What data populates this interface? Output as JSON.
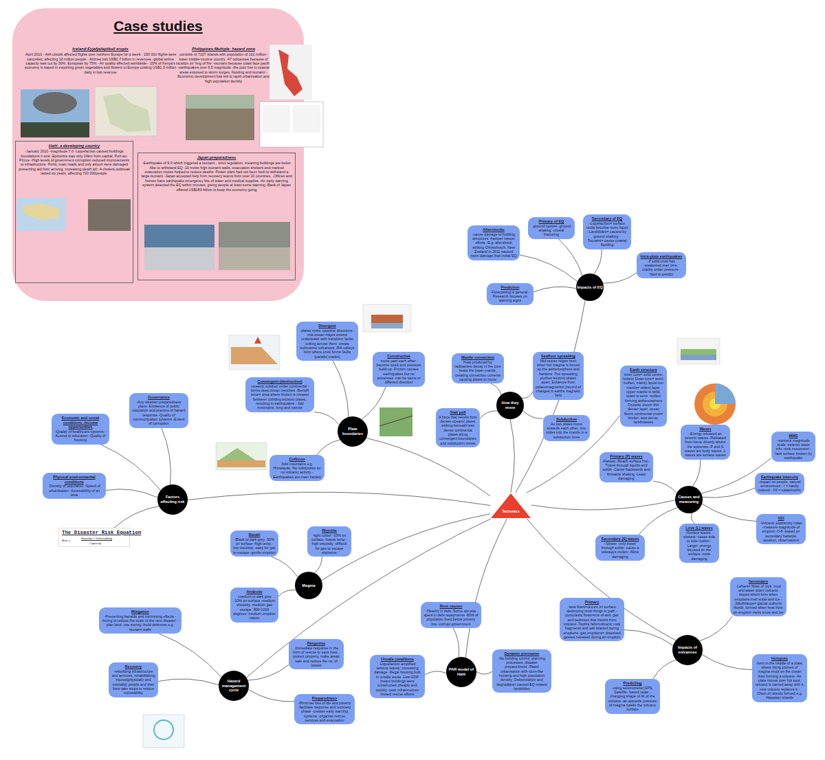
{
  "diagram": {
    "nodes": [
      {
        "text": [
          "Case studies"
        ]
      },
      {
        "text": [
          "Iceland:Eyjafjallajökull erupts",
          "-April 2010 - Ash clouds affected flights over northern Europe for a week - 100 00o flights were cancelled, affecting 10 million people - Airlines lost US$1.7 billion in revenues -global airline capacity was cut by 30%, European by 75% - Air quality affected worldwide - 20% of Kenya's economy is based in exporting green vegetables and flowers to Europe costing US$1.3 million daily in lost revenue"
        ],
        "in": 0
      },
      {
        "text": [
          "Philippines:Multiple- hazard zone",
          "-consists of 7107 islands with population of 101 million -lower middle-income country -47 volcanoes because of location on 'ring of fire' -tsunami because coast face pacific -earthquakes over 6.5 magnitude -the poor live in coastal areas exposed to storm surges, flooding and tsunami -Economic development has led to rapid urbanisation and high population density"
        ],
        "in": 0
      },
      {
        "text": [
          "Haiti: a developing country",
          "-January 2010 -magnitude 7.0 -Liquefaction caused buildings foundations ti sink -Epicentre was only 24km from capital, Port-au-Prince -High levels of government corruption reduced improvements to infrastructure -Ports, main roads and only airport were damaged preventing aid from arriving, increasing death toll -A cholera outbreak lasted six years, affecting 720 000people."
        ],
        "in": 0
      },
      {
        "text": [
          "Japan:preparedness",
          "-Earthquake of 9.0 which triggered a tsunami - strict regulation, meaning buildings are better Abe to withstand EQ -10 metre high tsunami walls, evacuation shelters and marked evacuation routes helped to reduce deaths -Power plant had not been built to withstand a large tsunami -Japan accepted help from recovery teams from over 20 countries. -Offices and homes have earthquake emergency kits of water and medical supplies -An early warning system detected the EQ within minutes, giving people at least some warning -Bank of Japan offered US$183 billion to keep the economy going"
        ],
        "in": 0
      },
      {
        "text": [
          "Impacts of EQ"
        ]
      },
      {
        "text": [
          "Aftershocks",
          "-cause damage to building structures -hamper rescue efforts -E.g. aftershock striking Christchurch, New Zealand in 2011 caused more damage than initial EQ"
        ]
      },
      {
        "text": [
          "Primary of EQ",
          "-ground rupture -ground shaking -crustal fracturing"
        ]
      },
      {
        "text": [
          "Secondary of EQ",
          "-Liquefaction= surface rocks become more liquid -Landslides= caused by ground shaking -Tsunami= cause coastal flooding"
        ]
      },
      {
        "text": [
          "Intra-plate earthquakes",
          "-if solid crust has weakened over time, cracks under pressure -hard to predict"
        ]
      },
      {
        "text": [
          "Prediction",
          "-Forecasting is general -Research focuses on warning signs"
        ]
      },
      {
        "text": [
          "How they move"
        ]
      },
      {
        "text": [
          "Mantle convection",
          "Heat produced by radioactive decay in the core heats the lower mantle, creating convection currents causing plates to move"
        ]
      },
      {
        "text": [
          "Seafloor spreading",
          "Mid-ocean ridges form when hot magma is forced up the asthenosphere and hardens. The spreading pushes tectonic plates apart. Evidence from palaeomagnetism (record of changes in earths magnetic field"
        ]
      },
      {
        "text": [
          "Slab pull",
          "A force that results from denser oceanic plates sinking beneath less dense continental plates along convergent boundaries and subduction zones"
        ]
      },
      {
        "text": [
          "Subduction",
          "As two plates move towards each other, one slides into the mantle in a subduction zone"
        ]
      },
      {
        "text": [
          "Earth structure",
          "Inner core= solid centre, hottest Outer core= semi-molten, mainly liquid iron mantle= widest layer, upper mantle is solid, lower is semi- molten forming asthenosphere Oceanic crust= thin denser layer, ocean floors continental crust= thicker, less dense, landmasses"
        ]
      },
      {
        "text": [
          "Plate boundaries"
        ]
      },
      {
        "text": [
          "Divergent",
          "-plates move opposite directions -mid-ocean ridges extend underwater with transform faults cutting across them -create submarine volcanoes -Rift valleys form where crust forms faults (parallel cracks)"
        ]
      },
      {
        "text": [
          "Constructive",
          "-move past each other -become stuck and pressure build up -Friction causes earthquakes but no volcanoes -can be same or different direction"
        ]
      },
      {
        "text": [
          "Convergent (destructive)",
          "-oceanic subduct under continental - forms deep ocean trenches -Benioff zone= area where friction is created between colliding tectonic plates, resulting in earthquakes - fold mountains, long and narrow"
        ]
      },
      {
        "text": [
          "Collision",
          "-fold mountains e.g. Himalayas -No subduction so no volcanic activity -Earthquakes are main hazard"
        ]
      },
      {
        "text": [
          "Factors affecting risk"
        ]
      },
      {
        "text": [
          "Governance",
          "-Any disaster preparedness plans -Existence of public education and practice of hazard response -Quality of communication systems -Extent of corruption"
        ]
      },
      {
        "text": [
          "Economic and social conditions -Income opportunities",
          "-Quality of healthcare systems -Access to education -Quality of housing"
        ]
      },
      {
        "text": [
          "Physical environmental conditions",
          "-Density of population -Speed of urbanisation -Accessibility of an area"
        ]
      },
      {
        "text": [
          "The Disaster Risk Equation"
        ]
      },
      {
        "text": [
          "Tectonics"
        ]
      },
      {
        "text": [
          "Causes and measuring"
        ]
      },
      {
        "text": [
          "Waves",
          "-Energy released as seismic waves -Released from focus directly above the epicentre -P and S waves are body waves -L waves are surface waves"
        ]
      },
      {
        "text": [
          "MMS",
          "-moment magnitude scale -seismic wave info -rock movement -fault surface broken by earthquake"
        ]
      },
      {
        "text": [
          "Primary (P) waves",
          "-Fastest -Reach surface first -Travel through liquids and solids -Cause backwards and forwards shaking -Least damaging"
        ]
      },
      {
        "text": [
          "Earthquake intensity",
          "-impact on people, natural environment - I = hardly noticed - XII = catastrophic"
        ]
      },
      {
        "text": [
          "VEI",
          "-Volcanic explosivity index -measure magnitude of eruption -0-8 -based on secondary hazards, duration, observations"
        ]
      },
      {
        "text": [
          "Love (L) waves",
          "-Surface waves -slowest -cause side to side motion -Larger -energy focused on the surface -most damaging"
        ]
      },
      {
        "text": [
          "Secondary (S) waves",
          "-Slower -only travel through solids -cause a sideways motion -More damaging"
        ]
      },
      {
        "text": [
          "Magma"
        ]
      },
      {
        "text": [
          "Basalt",
          "-Black to dark grey -50% on surface -high temp -low viscosity -easy for gas to escape -gentle eruption"
        ]
      },
      {
        "text": [
          "Rhyolite",
          "-light colour -10% on surface -lowest temp -high viscosity -difficult for gas to escape explosive"
        ]
      },
      {
        "text": [
          "Andesite",
          "-medium to dark grey -10% on surface -medium viscosity -medium gas escape -800-1000 degrees -medium eruptive nature"
        ]
      },
      {
        "text": [
          "PAR model of Haiti"
        ]
      },
      {
        "text": [
          "Root causes",
          "-Heavily in debt -Some aid was spent in debt repayments -80% of population lived below poverty line -corrupt government"
        ]
      },
      {
        "text": [
          "Dynamic pressures",
          "-No building control, planning processes, disaster preparedness -Rapid urbanisation with slum-like housing and high population density -Deforestation and degradation caused EQ related landslides"
        ]
      },
      {
        "text": [
          "Unsafe conditions",
          "-Liquefaction amplified seismic waves, increasing damage -Illegal housing built in unsafe areas -Low GDP meant buildings were constructed cheaply and quickly -poor infrastructure limited rescue efforts"
        ]
      },
      {
        "text": [
          "Impacts of volcanoes"
        ]
      },
      {
        "text": [
          "Primary",
          "-lava flows=occurs on surface destroying most things in path -pyroclastic flows=mix of ash, gas and sediment that travels from volcano -Tephra falls=volcanic rock fragments and ash blasted during eruptions -gas eruptions= dissolved gasses released during an eruption"
        ]
      },
      {
        "text": [
          "Secondary",
          "-Lahars= flows of rock, mud and water down volcanic slopes which form when eruptions melt snow and ice -Jökulhlaups= glacial outburst floods, formed when heat from an eruption melts snow and ice"
        ]
      },
      {
        "text": [
          "Hotspots",
          "-form in the middle of a plate, where rising plumes of magma erupt on the ocean floor forming a volcano -As plate moves over hot spot, volcano is carried away with it, new volcano replaces it -Chain of islands formed e.g. Hawaiian islands"
        ]
      },
      {
        "text": [
          "Predicting",
          "-using seismometer,GPS, Satellite- based radar -changing shape of tilt of the volcano- as upwards pressure of magma swells the volcano surface"
        ]
      },
      {
        "text": [
          "Hazard management cycle"
        ]
      },
      {
        "text": [
          "Mitigation",
          "-Preventing hazards and minimising effects -Acting to reduce the scale of the next disaster -plan land- use zoning -build defences e.g. tsunami walls"
        ]
      },
      {
        "text": [
          "Response",
          "-Immediate response in the form of rescue to save lives , protect property, make areas safe and reduce the no. of losses"
        ]
      },
      {
        "text": [
          "Recovery",
          "-rebuilding infrastructure and services, rehabilitating injured(physically and mentally) people and their lives take steps to reduce vulnerability"
        ]
      },
      {
        "text": [
          "Preparedness",
          "-Minimise loss of life and poverty -facilitate response and recovery phase -creates early warning systems -organise rescue services and evacuation"
        ]
      }
    ],
    "edges": [
      {
        "from": 27,
        "to": 5,
        "arrow": "none"
      },
      {
        "from": 27,
        "to": 11,
        "arrow": "none"
      },
      {
        "from": 27,
        "to": 16,
        "arrow": "none"
      },
      {
        "from": 27,
        "to": 17,
        "arrow": "none"
      },
      {
        "from": 27,
        "to": 22,
        "arrow": "none"
      },
      {
        "from": 27,
        "to": 28,
        "arrow": "none"
      },
      {
        "from": 27,
        "to": 36,
        "arrow": "none"
      },
      {
        "from": 27,
        "to": 40,
        "arrow": "none"
      },
      {
        "from": 27,
        "to": 44,
        "arrow": "none"
      },
      {
        "from": 27,
        "to": 49,
        "arrow": "none"
      },
      {
        "from": 5,
        "to": 6,
        "arrow": "none"
      },
      {
        "from": 5,
        "to": 7,
        "arrow": "none"
      },
      {
        "from": 5,
        "to": 8,
        "arrow": "none"
      },
      {
        "from": 5,
        "to": 9,
        "arrow": "none"
      },
      {
        "from": 5,
        "to": 10,
        "arrow": "none"
      },
      {
        "from": 11,
        "to": 12,
        "arrow": "none"
      },
      {
        "from": 11,
        "to": 13,
        "arrow": "none"
      },
      {
        "from": 11,
        "to": 14,
        "arrow": "none"
      },
      {
        "from": 11,
        "to": 15,
        "arrow": "none"
      },
      {
        "from": 17,
        "to": 18,
        "arrow": "none"
      },
      {
        "from": 17,
        "to": 19,
        "arrow": "none"
      },
      {
        "from": 17,
        "to": 20,
        "arrow": "none"
      },
      {
        "from": 17,
        "to": 21,
        "arrow": "none"
      },
      {
        "from": 22,
        "to": 23,
        "arrow": "none"
      },
      {
        "from": 22,
        "to": 24,
        "arrow": "none"
      },
      {
        "from": 22,
        "to": 25,
        "arrow": "none"
      },
      {
        "from": 22,
        "to": 26,
        "arrow": "none"
      },
      {
        "from": 28,
        "to": 29,
        "arrow": "none"
      },
      {
        "from": 28,
        "to": 30,
        "arrow": "none"
      },
      {
        "from": 28,
        "to": 31,
        "arrow": "none"
      },
      {
        "from": 28,
        "to": 32,
        "arrow": "none"
      },
      {
        "from": 28,
        "to": 33,
        "arrow": "none"
      },
      {
        "from": 28,
        "to": 34,
        "arrow": "none"
      },
      {
        "from": 28,
        "to": 35,
        "arrow": "none"
      },
      {
        "from": 36,
        "to": 37,
        "arrow": "none"
      },
      {
        "from": 36,
        "to": 38,
        "arrow": "none"
      },
      {
        "from": 36,
        "to": 39,
        "arrow": "none"
      },
      {
        "from": 40,
        "to": 41,
        "arrow": "none"
      },
      {
        "from": 40,
        "to": 42,
        "arrow": "none"
      },
      {
        "from": 40,
        "to": 43,
        "arrow": "none"
      },
      {
        "from": 44,
        "to": 45,
        "arrow": "none"
      },
      {
        "from": 44,
        "to": 46,
        "arrow": "none"
      },
      {
        "from": 44,
        "to": 47,
        "arrow": "none"
      },
      {
        "from": 44,
        "to": 48,
        "arrow": "none"
      },
      {
        "from": 49,
        "to": 50,
        "arrow": "none"
      },
      {
        "from": 49,
        "to": 51,
        "arrow": "none"
      },
      {
        "from": 49,
        "to": 52,
        "arrow": "none"
      },
      {
        "from": 49,
        "to": 53,
        "arrow": "none"
      }
    ],
    "labels": [
      "Hazards × Vulnerability",
      "Risk =",
      "Capacity"
    ]
  }
}
